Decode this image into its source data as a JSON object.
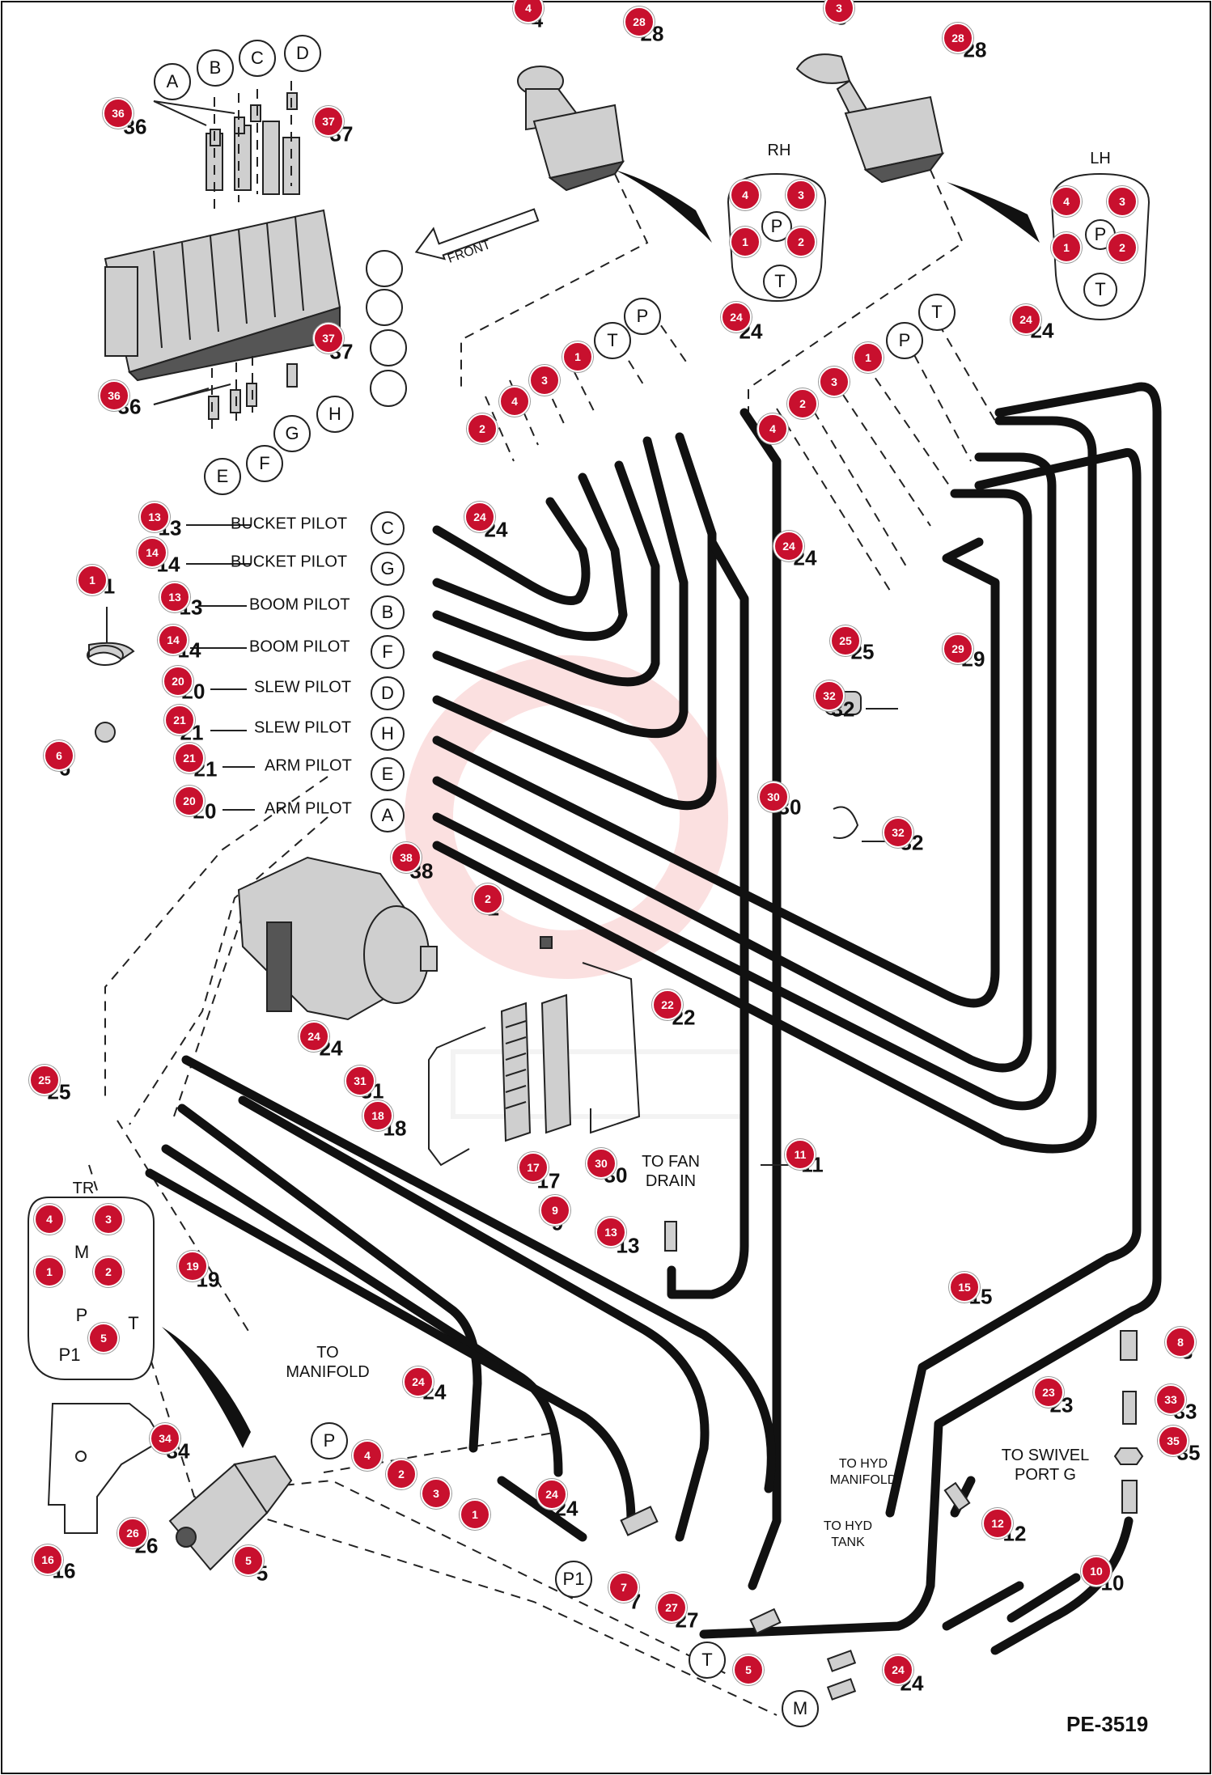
{
  "reference": "PE-3519",
  "valve_letters": [
    "A",
    "B",
    "C",
    "D",
    "E",
    "F",
    "G",
    "H"
  ],
  "pilot_rows": [
    {
      "number": "13",
      "label": "BUCKET PILOT",
      "port": "C"
    },
    {
      "number": "14",
      "label": "BUCKET PILOT",
      "port": "G"
    },
    {
      "number": "13",
      "label": "BOOM PILOT",
      "port": "B"
    },
    {
      "number": "14",
      "label": "BOOM PILOT",
      "port": "F"
    },
    {
      "number": "20",
      "label": "SLEW PILOT",
      "port": "D"
    },
    {
      "number": "21",
      "label": "SLEW PILOT",
      "port": "H"
    },
    {
      "number": "21",
      "label": "ARM PILOT",
      "port": "E"
    },
    {
      "number": "20",
      "label": "ARM PILOT",
      "port": "A"
    }
  ],
  "joystick_labels": {
    "rh": "RH",
    "lh": "LH",
    "tr": "TR"
  },
  "front_label": "FRONT",
  "port_letters": {
    "p": "P",
    "t": "T",
    "m": "M",
    "p1": "P1"
  },
  "callouts": {
    "to_manifold": "TO MANIFOLD",
    "to_fan_drain": "TO FAN DRAIN",
    "to_hyd_manifold": "TO HYD MANIFOLD",
    "to_hyd_tank": "TO HYD TANK",
    "to_swivel": "TO SWIVEL PORT G"
  },
  "part_numbers": [
    "1",
    "2",
    "3",
    "4",
    "5",
    "6",
    "7",
    "8",
    "9",
    "10",
    "11",
    "12",
    "13",
    "14",
    "15",
    "16",
    "17",
    "18",
    "19",
    "20",
    "21",
    "22",
    "23",
    "24",
    "25",
    "26",
    "27",
    "28",
    "29",
    "30",
    "31",
    "32",
    "33",
    "34",
    "35",
    "36",
    "37",
    "38"
  ]
}
